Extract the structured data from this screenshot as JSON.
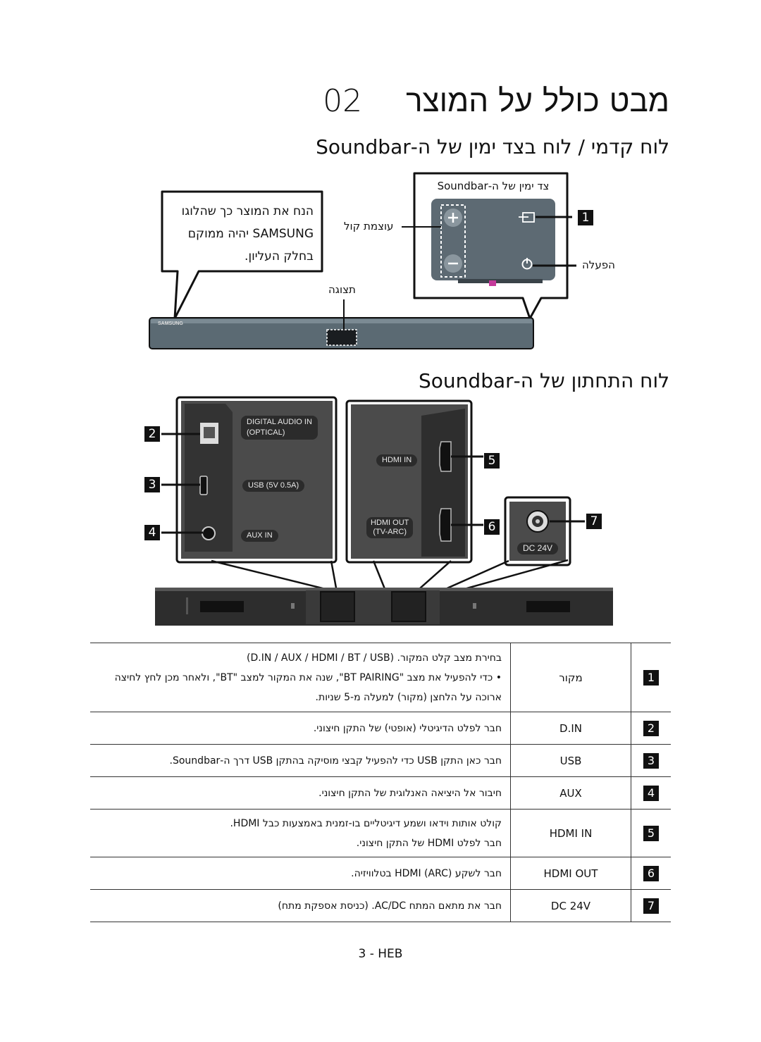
{
  "chapter": {
    "number": "02",
    "title": "מבט כולל על המוצר"
  },
  "sections": {
    "top_panel_title": "לוח קדמי / לוח בצד ימין של ה-Soundbar",
    "rear_panel_title": "לוח התחתון של ה-Soundbar"
  },
  "front_diagram": {
    "callout_line1": "הנח את המוצר כך שהלוגו",
    "callout_line2": "SAMSUNG יהיה ממוקם",
    "callout_line3": "בחלק העליון.",
    "right_side_label": "צד ימין של ה-Soundbar",
    "volume_label": "עוצמת קול",
    "display_label": "תצוגה",
    "power_label": "הפעלה",
    "brand_text": "SAMSUNG",
    "callout_number": "1"
  },
  "rear_diagram": {
    "ports": {
      "digital_audio_in": "DIGITAL AUDIO IN",
      "optical": "(OPTICAL)",
      "usb": "USB (5V 0.5A)",
      "aux_in": "AUX IN",
      "hdmi_in": "HDMI IN",
      "hdmi_out": "HDMI OUT",
      "tv_arc": "(TV-ARC)",
      "dc_24v": "DC 24V"
    },
    "numbers": [
      "2",
      "3",
      "4",
      "5",
      "6",
      "7"
    ]
  },
  "table": {
    "rows": [
      {
        "num": "1",
        "name": "מקור",
        "desc_lines": [
          "בחירת מצב קלט המקור. (D.IN / AUX / HDMI / BT / USB)",
          "•  כדי להפעיל את מצב \"BT PAIRING\", שנה את המקור למצב \"BT\", ולאחר מכן לחץ לחיצה",
          "ארוכה על הלחצן (מקור) למעלה מ-5 שניות."
        ]
      },
      {
        "num": "2",
        "name": "D.IN",
        "desc_lines": [
          "חבר לפלט הדיגיטלי (אופטי) של התקן חיצוני."
        ]
      },
      {
        "num": "3",
        "name": "USB",
        "desc_lines": [
          "חבר כאן התקן USB כדי להפעיל קבצי מוסיקה בהתקן USB דרך ה-Soundbar."
        ]
      },
      {
        "num": "4",
        "name": "AUX",
        "desc_lines": [
          "חיבור אל היציאה האנלוגית של התקן חיצוני."
        ]
      },
      {
        "num": "5",
        "name": "HDMI IN",
        "desc_lines": [
          "קולט אותות וידאו ושמע דיגיטליים בו-זמנית באמצעות כבל HDMI.",
          "חבר לפלט HDMI של התקן חיצוני."
        ]
      },
      {
        "num": "6",
        "name": "HDMI OUT",
        "desc_lines": [
          "חבר לשקע HDMI (ARC) בטלוויזיה."
        ]
      },
      {
        "num": "7",
        "name": "DC 24V",
        "desc_lines": [
          "חבר את מתאם המתח AC/DC. (כניסת אספקת מתח)"
        ]
      }
    ]
  },
  "footer": "3 - HEB"
}
